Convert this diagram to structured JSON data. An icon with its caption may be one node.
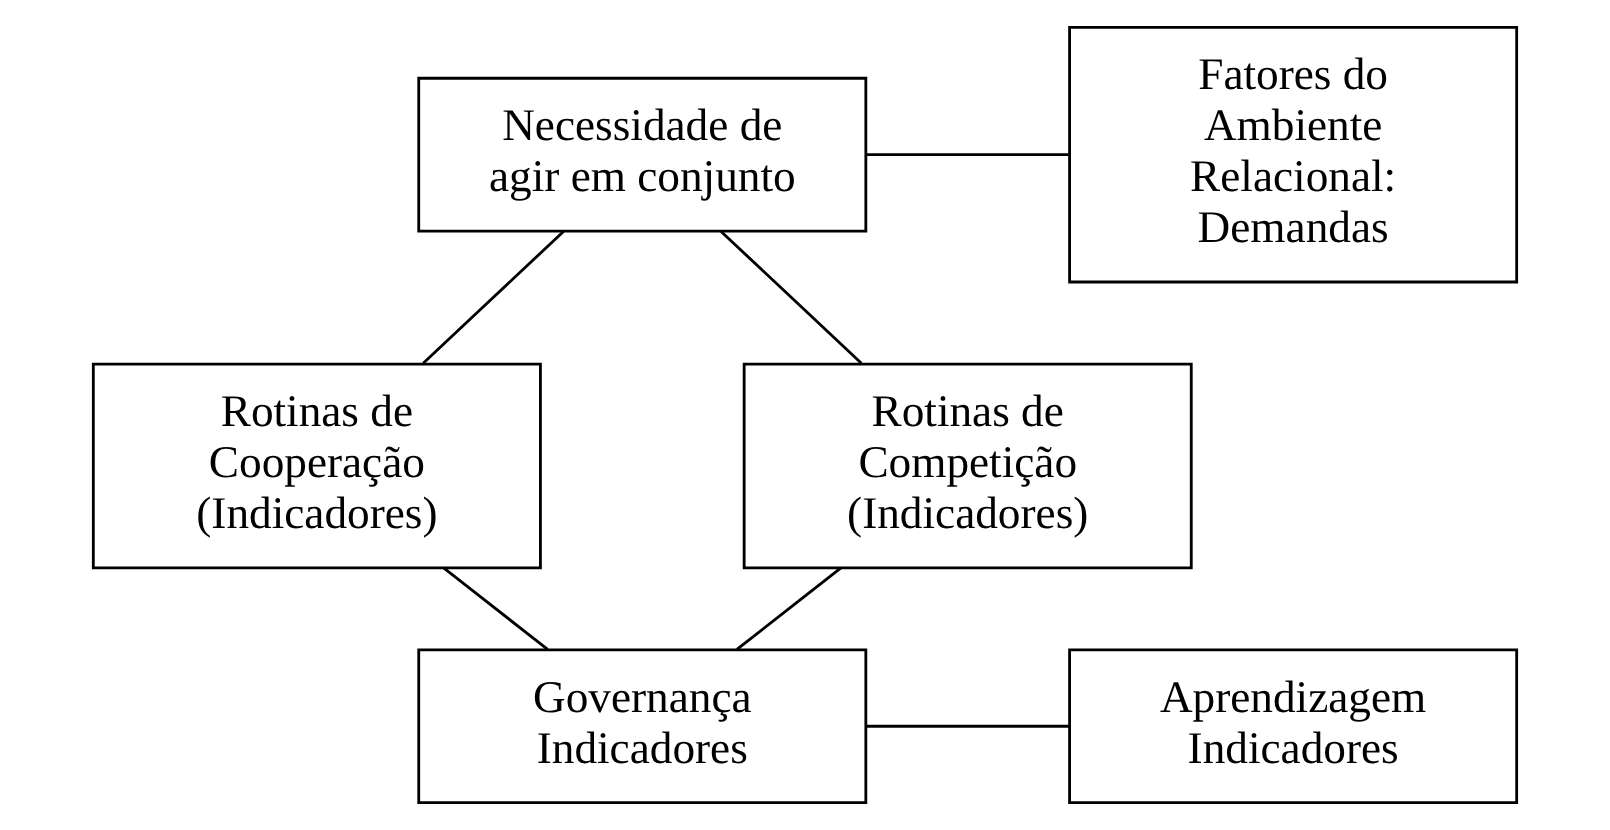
{
  "diagram": {
    "nodes": [
      {
        "text": [
          "Necessidade de agir em conjunto"
        ]
      },
      {
        "text": [
          "Fatores do Ambiente Relacional: Demandas"
        ]
      },
      {
        "text": [
          "Rotinas de Cooperação (Indicadores)"
        ]
      },
      {
        "text": [
          "Rotinas de Competição (Indicadores)"
        ]
      },
      {
        "text": [
          "Governança Indicadores"
        ]
      },
      {
        "text": [
          "Aprendizagem Indicadores"
        ]
      }
    ],
    "edges": [
      {
        "from": 0,
        "to": 1,
        "arrow": "none"
      },
      {
        "from": 0,
        "to": 2,
        "arrow": "none"
      },
      {
        "from": 0,
        "to": 3,
        "arrow": "none"
      },
      {
        "from": 2,
        "to": 4,
        "arrow": "none"
      },
      {
        "from": 3,
        "to": 4,
        "arrow": "none"
      },
      {
        "from": 4,
        "to": 5,
        "arrow": "none"
      }
    ]
  }
}
